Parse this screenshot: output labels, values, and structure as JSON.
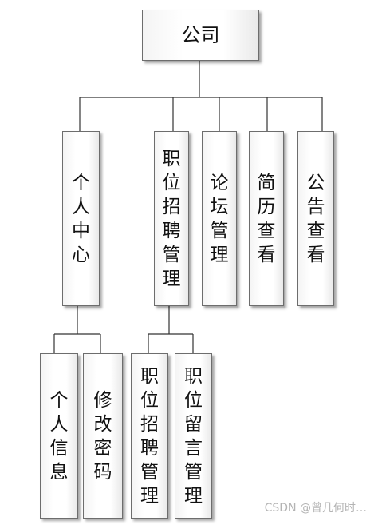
{
  "diagram": {
    "root": "公司",
    "level1": [
      "个人中心",
      "职位招聘管理",
      "论坛管理",
      "简历查看",
      "公告查看"
    ],
    "personal_center_children": [
      "个人信息",
      "修改密码"
    ],
    "job_management_children": [
      "职位招聘管理",
      "职位留言管理"
    ]
  },
  "watermark": "CSDN @曾几何时…"
}
